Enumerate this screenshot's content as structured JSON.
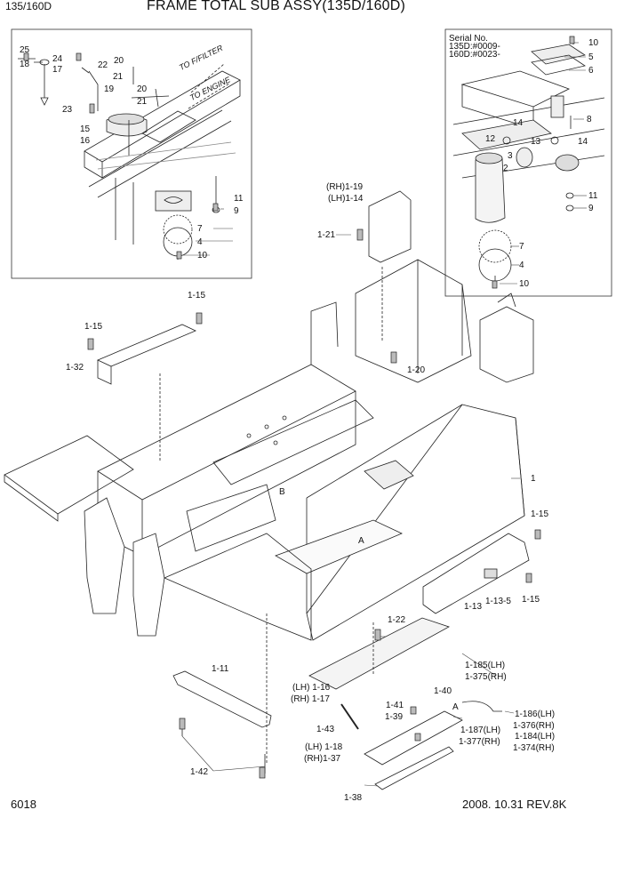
{
  "header": {
    "model": "135/160D",
    "title": "FRAME TOTAL SUB ASSY(135D/160D)"
  },
  "footer": {
    "page_number": "6018",
    "date_revision": "2008. 10.31  REV.8K"
  },
  "inset_left": {
    "labels": {
      "l25": "25",
      "l24": "24",
      "l18": "18",
      "l17": "17",
      "l22": "22",
      "l19": "19",
      "l20a": "20",
      "l21a": "21",
      "l20b": "20",
      "l21b": "21",
      "l23": "23",
      "l15": "15",
      "l16": "16",
      "l11": "11",
      "l9": "9",
      "l7": "7",
      "l4": "4",
      "l10": "10"
    },
    "to_filter": "TO F/FILTER",
    "to_engine": "TO ENGINE"
  },
  "inset_right": {
    "serial_title": "Serial No.",
    "serial_135d": "135D:#0009-",
    "serial_160d": "160D:#0023-",
    "labels": {
      "l10top": "10",
      "l5": "5",
      "l6": "6",
      "l8": "8",
      "l14a": "14",
      "l12": "12",
      "l13": "13",
      "l14b": "14",
      "l3": "3",
      "l2": "2",
      "l11": "11",
      "l9": "9",
      "l7": "7",
      "l4": "4",
      "l10": "10"
    }
  },
  "main": {
    "labels": {
      "rh119": "(RH)1-19",
      "lh114": "(LH)1-14",
      "l121": "1-21",
      "l115a": "1-15",
      "l115b": "1-15",
      "l132": "1-32",
      "l120": "1-20",
      "l1": "1",
      "lB": "B",
      "lA": "A",
      "l115c": "1-15",
      "l115d": "1-15",
      "l113": "1-13",
      "l1135": "1-13-5",
      "l122": "1-22",
      "l111": "1-11",
      "lh116": "(LH) 1-16",
      "rh117": "(RH) 1-17",
      "l143": "1-43",
      "l141": "1-41",
      "l139": "1-39",
      "l140": "1-40",
      "lA2": "A",
      "l1185": "1-185(LH)",
      "l1375": "1-375(RH)",
      "l1186": "1-186(LH)",
      "l1376": "1-376(RH)",
      "l1187": "1-187(LH)",
      "l1377": "1-377(RH)",
      "l1184": "1-184(LH)",
      "l1374": "1-374(RH)",
      "lh118": "(LH) 1-18",
      "rh137": "(RH)1-37",
      "l142": "1-42",
      "l138": "1-38"
    }
  }
}
